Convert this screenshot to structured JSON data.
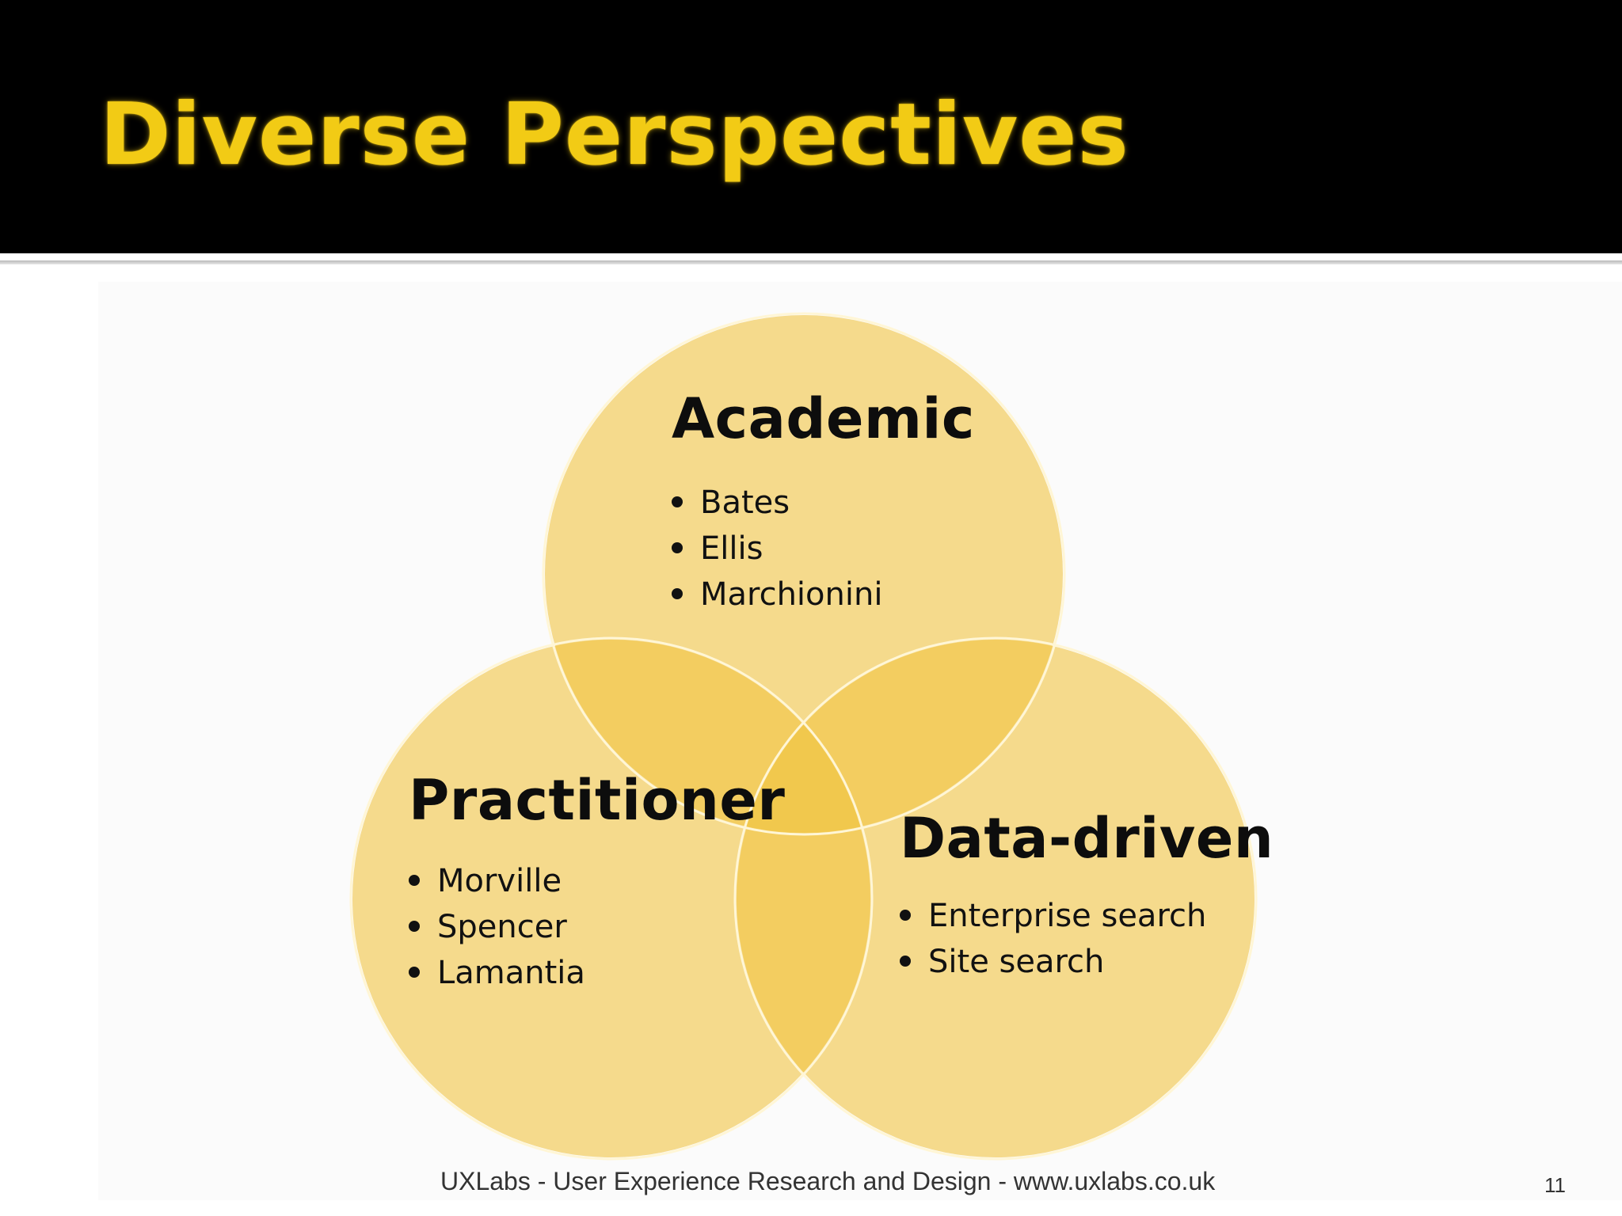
{
  "slide": {
    "title": "Diverse Perspectives",
    "footer": "UXLabs - User Experience Research and Design - www.uxlabs.co.uk",
    "page_number": "11"
  },
  "diagram": {
    "type": "venn",
    "sets": [
      {
        "heading": "Academic",
        "items": [
          "Bates",
          "Ellis",
          "Marchionini"
        ]
      },
      {
        "heading": "Practitioner",
        "items": [
          "Morville",
          "Spencer",
          "Lamantia"
        ]
      },
      {
        "heading": "Data-driven",
        "items": [
          "Enterprise search",
          "Site search"
        ]
      }
    ]
  },
  "colors": {
    "title_bar": "#000000",
    "title_text": "#f2cb15",
    "circle_fill": "#f5c842",
    "circle_outline": "#fff3cc"
  }
}
